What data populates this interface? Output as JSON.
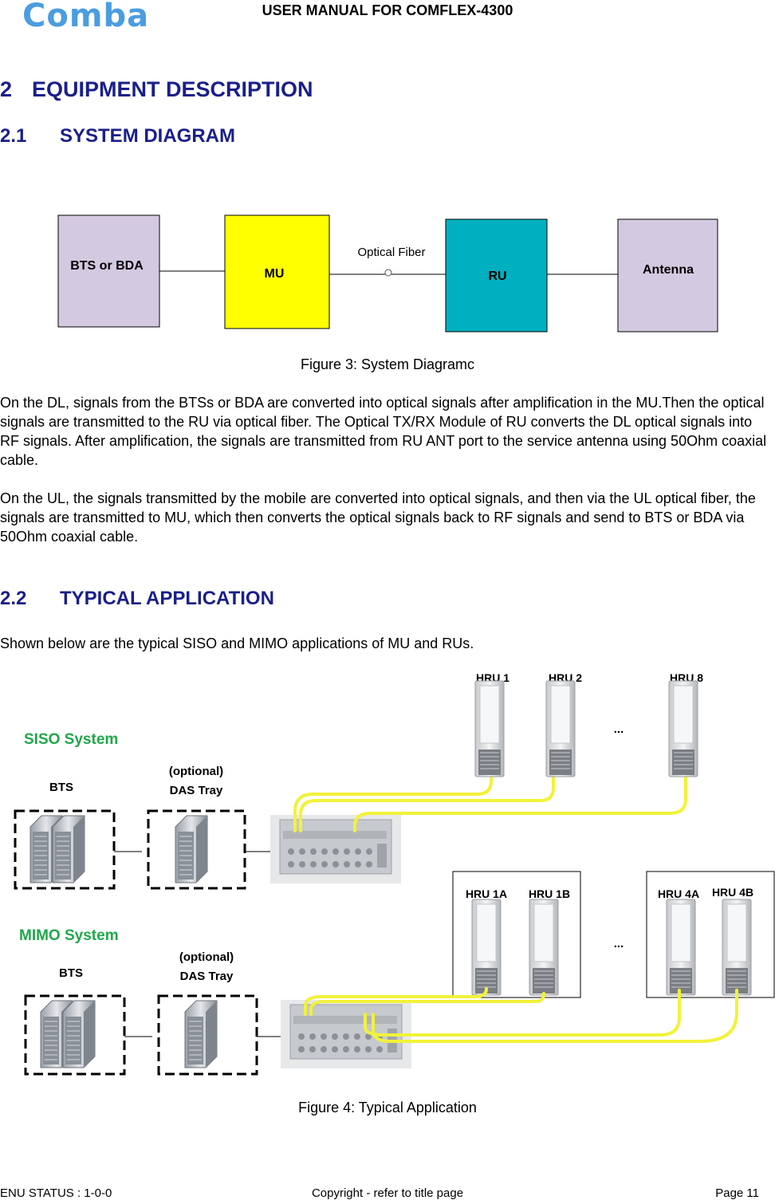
{
  "header": {
    "logo_text": "Comba",
    "title": "USER MANUAL FOR COMFLEX-4300"
  },
  "section": {
    "number": "2",
    "title": "EQUIPMENT DESCRIPTION"
  },
  "subsection_1": {
    "number": "2.1",
    "title": "SYSTEM DIAGRAM"
  },
  "system_diagram": {
    "blocks": [
      {
        "label": "BTS or BDA",
        "color": "#d3c9e0"
      },
      {
        "label": "MU",
        "color": "#ffff00"
      },
      {
        "label": "RU",
        "color": "#00b0c0"
      },
      {
        "label": "Antenna",
        "color": "#d3c9e0"
      }
    ],
    "link_label": "Optical Fiber",
    "caption": "Figure 3: System Diagramc"
  },
  "paragraphs": [
    "On the DL, signals from the BTSs or BDA are converted into optical signals after amplification in the MU.Then the optical signals are transmitted to the RU via optical fiber. The Optical TX/RX Module of RU converts the DL optical signals into RF signals. After amplification, the signals are transmitted from RU ANT port to the service antenna using 50Ohm coaxial cable.",
    "On the UL, the signals transmitted by the mobile are converted into optical signals, and then via the UL optical fiber, the signals are transmitted to MU, which then converts the optical signals back to RF signals and send to BTS or BDA via 50Ohm coaxial cable."
  ],
  "subsection_2": {
    "number": "2.2",
    "title": "TYPICAL APPLICATION"
  },
  "app_intro": "Shown below are the typical SISO and MIMO applications of MU and RUs.",
  "application_diagram": {
    "siso": {
      "title": "SISO System",
      "bts_label": "BTS",
      "tray_label_1": "(optional)",
      "tray_label_2": "DAS Tray",
      "hru_labels": [
        "HRU 1",
        "HRU 2",
        "HRU 8"
      ],
      "ellipsis": "..."
    },
    "mimo": {
      "title": "MIMO System",
      "bts_label": "BTS",
      "tray_label_1": "(optional)",
      "tray_label_2": "DAS Tray",
      "hru_labels": [
        "HRU 1A",
        "HRU 1B",
        "HRU 4A",
        "HRU 4B"
      ],
      "ellipsis": "..."
    },
    "system_title_color": "#1fa84a",
    "cable_color": "#f2f23a",
    "caption": "Figure 4: Typical Application"
  },
  "footer": {
    "left": "ENU STATUS : 1-0-0",
    "center": "Copyright - refer to title page",
    "right": "Page 11"
  }
}
